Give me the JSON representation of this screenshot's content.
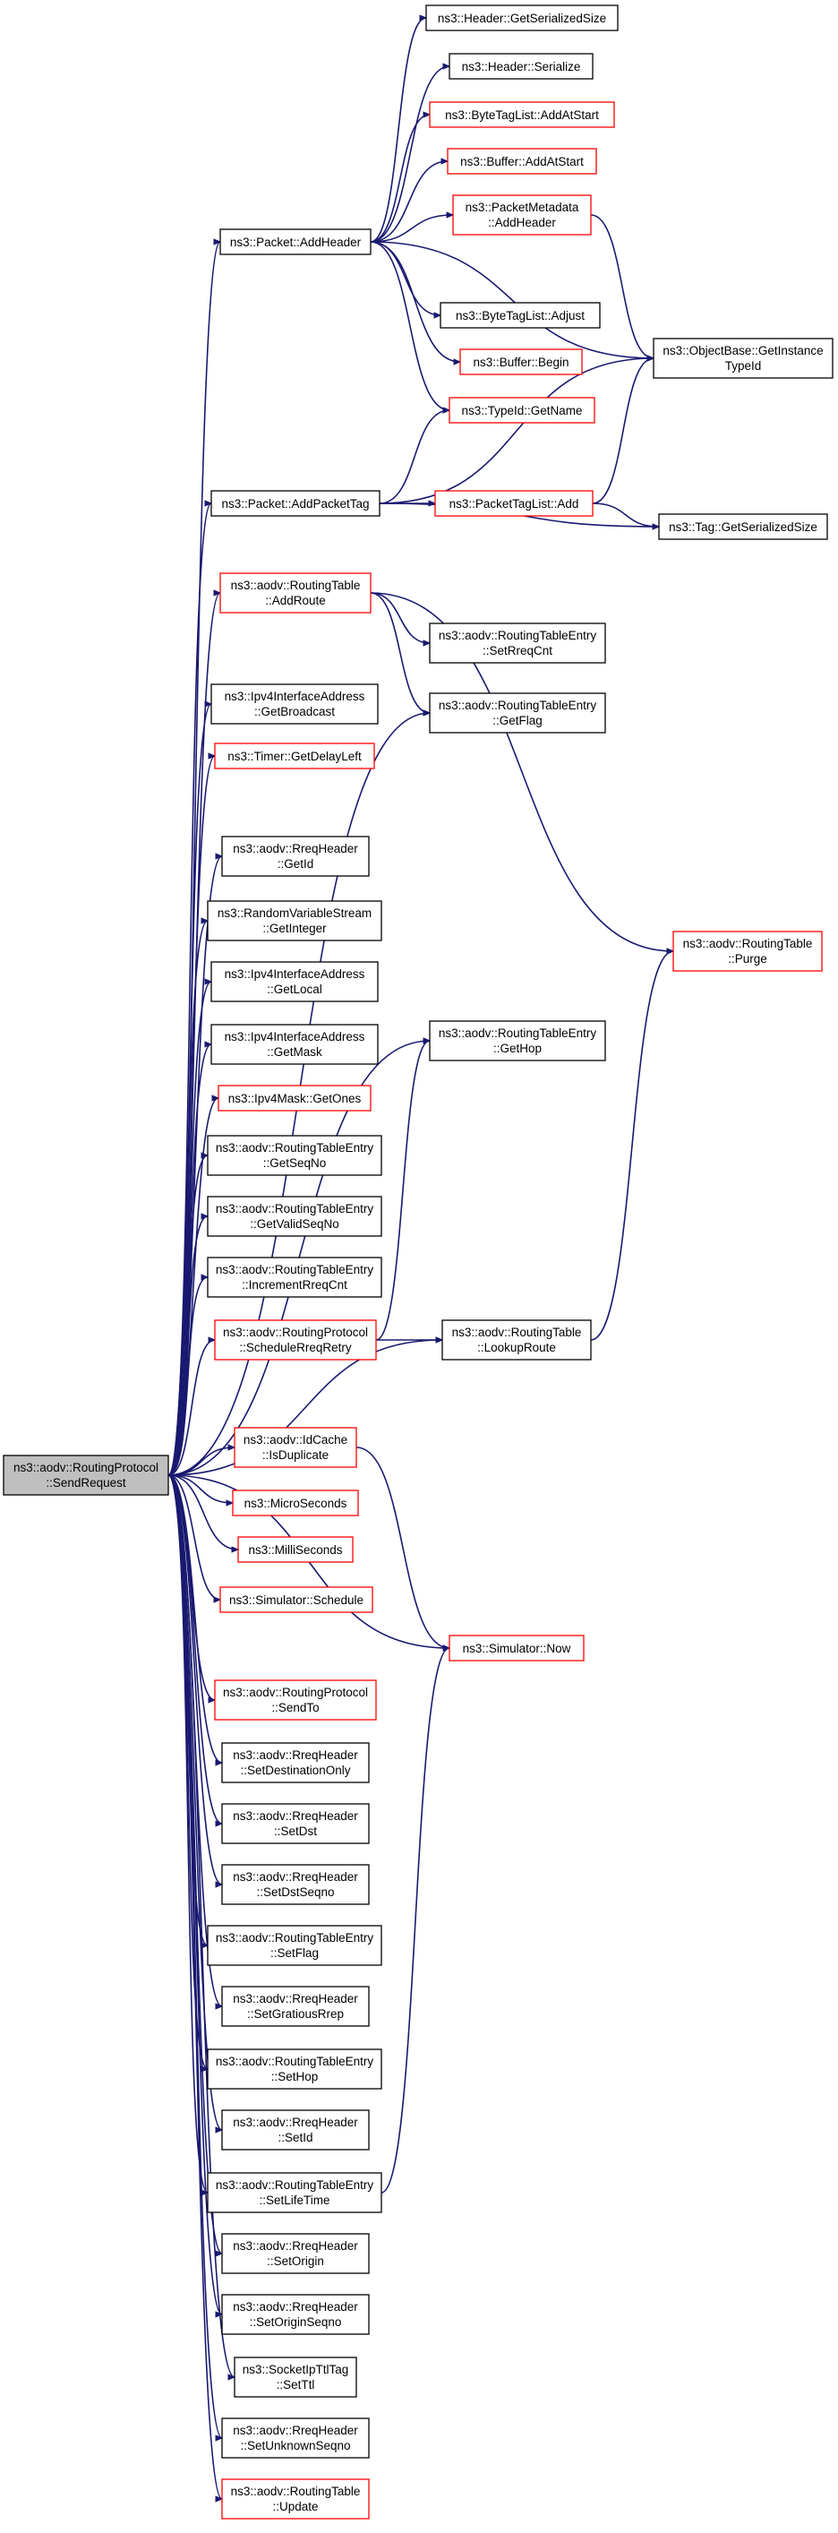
{
  "graph": {
    "root": {
      "id": "root",
      "lines": [
        "ns3::aodv::RoutingProtocol",
        "::SendRequest"
      ],
      "style": "root"
    },
    "nodes": [
      {
        "id": "hdr_getsize",
        "lines": [
          "ns3::Header::GetSerializedSize"
        ],
        "style": "black"
      },
      {
        "id": "hdr_serialize",
        "lines": [
          "ns3::Header::Serialize"
        ],
        "style": "black"
      },
      {
        "id": "btl_addatstart",
        "lines": [
          "ns3::ByteTagList::AddAtStart"
        ],
        "style": "red"
      },
      {
        "id": "buf_addatstart",
        "lines": [
          "ns3::Buffer::AddAtStart"
        ],
        "style": "red"
      },
      {
        "id": "pm_addheader",
        "lines": [
          "ns3::PacketMetadata",
          "::AddHeader"
        ],
        "style": "red"
      },
      {
        "id": "pkt_addheader",
        "lines": [
          "ns3::Packet::AddHeader"
        ],
        "style": "black"
      },
      {
        "id": "btl_adjust",
        "lines": [
          "ns3::ByteTagList::Adjust"
        ],
        "style": "black"
      },
      {
        "id": "buf_begin",
        "lines": [
          "ns3::Buffer::Begin"
        ],
        "style": "red"
      },
      {
        "id": "ob_gettypeid",
        "lines": [
          "ns3::ObjectBase::GetInstance",
          "TypeId"
        ],
        "style": "black"
      },
      {
        "id": "typeid_getname",
        "lines": [
          "ns3::TypeId::GetName"
        ],
        "style": "red"
      },
      {
        "id": "pkt_addpackettag",
        "lines": [
          "ns3::Packet::AddPacketTag"
        ],
        "style": "black"
      },
      {
        "id": "ptl_add",
        "lines": [
          "ns3::PacketTagList::Add"
        ],
        "style": "red"
      },
      {
        "id": "tag_getsize",
        "lines": [
          "ns3::Tag::GetSerializedSize"
        ],
        "style": "black"
      },
      {
        "id": "rt_addroute",
        "lines": [
          "ns3::aodv::RoutingTable",
          "::AddRoute"
        ],
        "style": "red"
      },
      {
        "id": "rte_setrreqcnt",
        "lines": [
          "ns3::aodv::RoutingTableEntry",
          "::SetRreqCnt"
        ],
        "style": "black"
      },
      {
        "id": "ipv4ia_getbroadcast",
        "lines": [
          "ns3::Ipv4InterfaceAddress",
          "::GetBroadcast"
        ],
        "style": "black"
      },
      {
        "id": "rte_getflag",
        "lines": [
          "ns3::aodv::RoutingTableEntry",
          "::GetFlag"
        ],
        "style": "black"
      },
      {
        "id": "timer_getdelayleft",
        "lines": [
          "ns3::Timer::GetDelayLeft"
        ],
        "style": "red"
      },
      {
        "id": "rreq_getid",
        "lines": [
          "ns3::aodv::RreqHeader",
          "::GetId"
        ],
        "style": "black"
      },
      {
        "id": "rt_purge",
        "lines": [
          "ns3::aodv::RoutingTable",
          "::Purge"
        ],
        "style": "red"
      },
      {
        "id": "rvs_getinteger",
        "lines": [
          "ns3::RandomVariableStream",
          "::GetInteger"
        ],
        "style": "black"
      },
      {
        "id": "ipv4ia_getlocal",
        "lines": [
          "ns3::Ipv4InterfaceAddress",
          "::GetLocal"
        ],
        "style": "black"
      },
      {
        "id": "ipv4ia_getmask",
        "lines": [
          "ns3::Ipv4InterfaceAddress",
          "::GetMask"
        ],
        "style": "black"
      },
      {
        "id": "rte_gethop",
        "lines": [
          "ns3::aodv::RoutingTableEntry",
          "::GetHop"
        ],
        "style": "black"
      },
      {
        "id": "ipv4mask_getones",
        "lines": [
          "ns3::Ipv4Mask::GetOnes"
        ],
        "style": "red"
      },
      {
        "id": "rte_getseqno",
        "lines": [
          "ns3::aodv::RoutingTableEntry",
          "::GetSeqNo"
        ],
        "style": "black"
      },
      {
        "id": "rte_getvalidseqno",
        "lines": [
          "ns3::aodv::RoutingTableEntry",
          "::GetValidSeqNo"
        ],
        "style": "black"
      },
      {
        "id": "rte_incrementrreqcnt",
        "lines": [
          "ns3::aodv::RoutingTableEntry",
          "::IncrementRreqCnt"
        ],
        "style": "black"
      },
      {
        "id": "rp_schedulerreqretry",
        "lines": [
          "ns3::aodv::RoutingProtocol",
          "::ScheduleRreqRetry"
        ],
        "style": "red"
      },
      {
        "id": "rt_lookuproute",
        "lines": [
          "ns3::aodv::RoutingTable",
          "::LookupRoute"
        ],
        "style": "black"
      },
      {
        "id": "idcache_isduplicate",
        "lines": [
          "ns3::aodv::IdCache",
          "::IsDuplicate"
        ],
        "style": "red"
      },
      {
        "id": "microseconds",
        "lines": [
          "ns3::MicroSeconds"
        ],
        "style": "red"
      },
      {
        "id": "milliseconds",
        "lines": [
          "ns3::MilliSeconds"
        ],
        "style": "red"
      },
      {
        "id": "sim_schedule",
        "lines": [
          "ns3::Simulator::Schedule"
        ],
        "style": "red"
      },
      {
        "id": "sim_now",
        "lines": [
          "ns3::Simulator::Now"
        ],
        "style": "red"
      },
      {
        "id": "rp_sendto",
        "lines": [
          "ns3::aodv::RoutingProtocol",
          "::SendTo"
        ],
        "style": "red"
      },
      {
        "id": "rreq_setdestonly",
        "lines": [
          "ns3::aodv::RreqHeader",
          "::SetDestinationOnly"
        ],
        "style": "black"
      },
      {
        "id": "rreq_setdst",
        "lines": [
          "ns3::aodv::RreqHeader",
          "::SetDst"
        ],
        "style": "black"
      },
      {
        "id": "rreq_setdstseqno",
        "lines": [
          "ns3::aodv::RreqHeader",
          "::SetDstSeqno"
        ],
        "style": "black"
      },
      {
        "id": "rte_setflag",
        "lines": [
          "ns3::aodv::RoutingTableEntry",
          "::SetFlag"
        ],
        "style": "black"
      },
      {
        "id": "rreq_setgratiousrrep",
        "lines": [
          "ns3::aodv::RreqHeader",
          "::SetGratiousRrep"
        ],
        "style": "black"
      },
      {
        "id": "rte_sethop",
        "lines": [
          "ns3::aodv::RoutingTableEntry",
          "::SetHop"
        ],
        "style": "black"
      },
      {
        "id": "rreq_setid",
        "lines": [
          "ns3::aodv::RreqHeader",
          "::SetId"
        ],
        "style": "black"
      },
      {
        "id": "rte_setlifetime",
        "lines": [
          "ns3::aodv::RoutingTableEntry",
          "::SetLifeTime"
        ],
        "style": "black"
      },
      {
        "id": "rreq_setorigin",
        "lines": [
          "ns3::aodv::RreqHeader",
          "::SetOrigin"
        ],
        "style": "black"
      },
      {
        "id": "rreq_setoriginseqno",
        "lines": [
          "ns3::aodv::RreqHeader",
          "::SetOriginSeqno"
        ],
        "style": "black"
      },
      {
        "id": "sipttl_setttl",
        "lines": [
          "ns3::SocketIpTtlTag",
          "::SetTtl"
        ],
        "style": "black"
      },
      {
        "id": "rreq_setunknownseqno",
        "lines": [
          "ns3::aodv::RreqHeader",
          "::SetUnknownSeqno"
        ],
        "style": "black"
      },
      {
        "id": "rt_update",
        "lines": [
          "ns3::aodv::RoutingTable",
          "::Update"
        ],
        "style": "red"
      }
    ],
    "edges": [
      [
        "root",
        "pkt_addheader"
      ],
      [
        "root",
        "pkt_addpackettag"
      ],
      [
        "root",
        "rt_addroute"
      ],
      [
        "root",
        "ipv4ia_getbroadcast"
      ],
      [
        "root",
        "rte_getflag"
      ],
      [
        "root",
        "timer_getdelayleft"
      ],
      [
        "root",
        "rreq_getid"
      ],
      [
        "root",
        "rte_gethop"
      ],
      [
        "root",
        "rvs_getinteger"
      ],
      [
        "root",
        "ipv4ia_getlocal"
      ],
      [
        "root",
        "ipv4ia_getmask"
      ],
      [
        "root",
        "ipv4mask_getones"
      ],
      [
        "root",
        "rte_getseqno"
      ],
      [
        "root",
        "rte_getvalidseqno"
      ],
      [
        "root",
        "rte_incrementrreqcnt"
      ],
      [
        "root",
        "rp_schedulerreqretry"
      ],
      [
        "root",
        "rt_lookuproute"
      ],
      [
        "root",
        "idcache_isduplicate"
      ],
      [
        "root",
        "microseconds"
      ],
      [
        "root",
        "milliseconds"
      ],
      [
        "root",
        "sim_schedule"
      ],
      [
        "root",
        "sim_now"
      ],
      [
        "root",
        "rp_sendto"
      ],
      [
        "root",
        "rreq_setdestonly"
      ],
      [
        "root",
        "rreq_setdst"
      ],
      [
        "root",
        "rreq_setdstseqno"
      ],
      [
        "root",
        "rte_setflag"
      ],
      [
        "root",
        "rreq_setgratiousrrep"
      ],
      [
        "root",
        "rte_sethop"
      ],
      [
        "root",
        "rreq_setid"
      ],
      [
        "root",
        "rte_setlifetime"
      ],
      [
        "root",
        "rreq_setorigin"
      ],
      [
        "root",
        "rreq_setoriginseqno"
      ],
      [
        "root",
        "sipttl_setttl"
      ],
      [
        "root",
        "rreq_setunknownseqno"
      ],
      [
        "root",
        "rt_update"
      ],
      [
        "pkt_addheader",
        "hdr_getsize"
      ],
      [
        "pkt_addheader",
        "hdr_serialize"
      ],
      [
        "pkt_addheader",
        "btl_addatstart"
      ],
      [
        "pkt_addheader",
        "buf_addatstart"
      ],
      [
        "pkt_addheader",
        "pm_addheader"
      ],
      [
        "pkt_addheader",
        "btl_adjust"
      ],
      [
        "pkt_addheader",
        "buf_begin"
      ],
      [
        "pkt_addheader",
        "ob_gettypeid"
      ],
      [
        "pkt_addheader",
        "typeid_getname"
      ],
      [
        "pm_addheader",
        "ob_gettypeid"
      ],
      [
        "pkt_addpackettag",
        "typeid_getname"
      ],
      [
        "pkt_addpackettag",
        "ob_gettypeid"
      ],
      [
        "pkt_addpackettag",
        "ptl_add"
      ],
      [
        "pkt_addpackettag",
        "tag_getsize"
      ],
      [
        "ptl_add",
        "ob_gettypeid"
      ],
      [
        "ptl_add",
        "tag_getsize"
      ],
      [
        "rt_addroute",
        "rte_setrreqcnt"
      ],
      [
        "rt_addroute",
        "rte_getflag"
      ],
      [
        "rt_addroute",
        "rt_purge"
      ],
      [
        "rp_schedulerreqretry",
        "rte_gethop"
      ],
      [
        "rp_schedulerreqretry",
        "rt_lookuproute"
      ],
      [
        "rt_lookuproute",
        "rt_purge"
      ],
      [
        "idcache_isduplicate",
        "sim_now"
      ],
      [
        "rte_setlifetime",
        "sim_now"
      ]
    ]
  }
}
